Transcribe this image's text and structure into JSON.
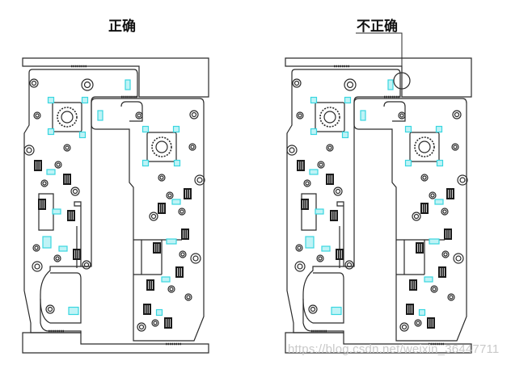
{
  "titles": {
    "correct": "正确",
    "incorrect": "不正确"
  },
  "watermark": "https://blog.csdn.net/weixin_36447711",
  "colors": {
    "line": "#2a2a2a",
    "pad": "#38d6e0",
    "component": "#1a1a1a"
  }
}
